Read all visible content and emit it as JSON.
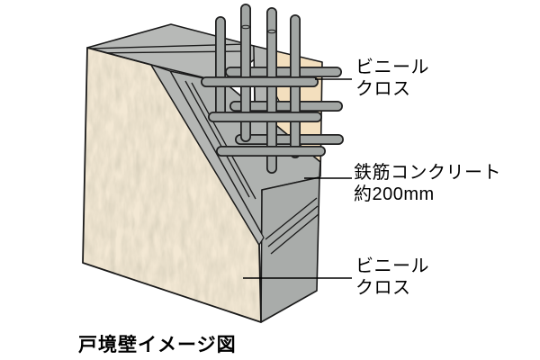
{
  "figure": {
    "caption": "戸境壁イメージ図",
    "labels": {
      "vinyl_top": {
        "line1": "ビニール",
        "line2": "クロス"
      },
      "concrete": {
        "line1": "鉄筋コンクリート",
        "line2": "約200mm"
      },
      "vinyl_bottom": {
        "line1": "ビニール",
        "line2": "クロス"
      }
    },
    "colors": {
      "concrete_gray_top": "#b7b9b7",
      "concrete_gray_cut": "#afb2b0",
      "concrete_gray_side": "#a9acaa",
      "wallpaper_cream": "#f3e8d4",
      "wallpaper_texture": "#b8a887",
      "far_wallpaper_beige": "#f3dfbe",
      "rebar_gray": "#a2a6a4",
      "outline_black": "#1a1a1a",
      "background": "#ffffff"
    }
  }
}
